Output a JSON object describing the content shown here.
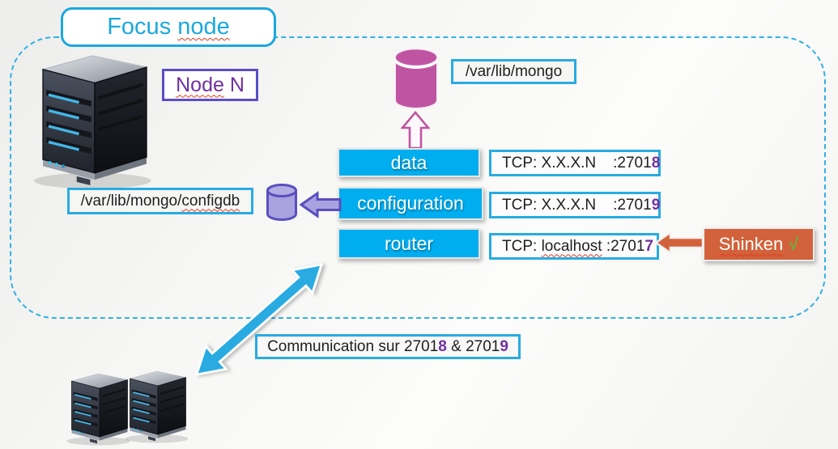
{
  "slide": {
    "focus_title": {
      "prefix": "Focus ",
      "flagged": "node"
    },
    "node_box": {
      "flagged": "Node",
      "suffix": " N"
    },
    "mongo_db_path": "/var/lib/mongo",
    "configdb_path": {
      "prefix": "/var/lib/mongo/",
      "flagged": "configdb"
    },
    "services": {
      "data": "data",
      "configuration": "configuration",
      "router": "router"
    },
    "ports": [
      {
        "host_label": "TCP: X.X.X.N",
        "port_base": ":2701",
        "port_digit": "8"
      },
      {
        "host_label": "TCP: X.X.X.N",
        "port_base": ":2701",
        "port_digit": "9"
      },
      {
        "prefix": "TCP: ",
        "host": "localhost",
        "port_base": " :2701",
        "port_digit": "7"
      }
    ],
    "shinken": {
      "label": "Shinken",
      "check": "√"
    },
    "communication": {
      "part1": "Communication sur 2701",
      "digit1": "8",
      "part2": " & 2701",
      "digit2": "9"
    }
  },
  "icons": {
    "big_server": "server-tower-icon",
    "small_servers": "server-tower-icon",
    "mongo_database": "magenta-database-cylinder-icon",
    "config_database": "purple-database-cylinder-icon",
    "up_arrow": "magenta-up-arrow",
    "purple_arrow": "purple-left-arrow",
    "orange_arrow": "orange-left-arrow",
    "double_arrow": "cyan-double-headed-arrow"
  },
  "colors": {
    "cyan_fill": "#00aeef",
    "cyan_border": "#29abe2",
    "cyan_text": "#1ca8dd",
    "magenta": "#bf55a2",
    "purple_digit": "#7030a0",
    "purple_border": "#5b4ec4",
    "lavender": "#a9a2de",
    "orange": "#d2623b",
    "check_green": "#6fae3d",
    "squiggle_red": "#e0391f"
  }
}
